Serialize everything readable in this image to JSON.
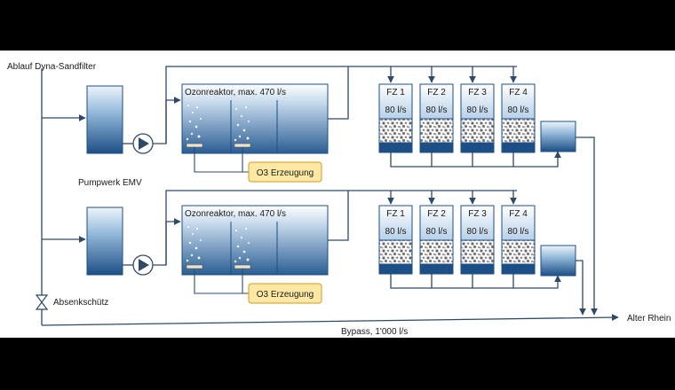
{
  "labels": {
    "inlet": "Ablauf Dyna-Sandfilter",
    "pumpwork": "Pumpwerk EMV",
    "valve": "Absenkschütz",
    "bypass": "Bypass, 1'000 l/s",
    "outlet": "Alter Rhein"
  },
  "trains": [
    {
      "reactor": "Ozonreaktor, max. 470 l/s",
      "ozone": "O3 Erzeugung",
      "filters": [
        {
          "name": "FZ 1",
          "flow": "80 l/s"
        },
        {
          "name": "FZ 2",
          "flow": "80 l/s"
        },
        {
          "name": "FZ 3",
          "flow": "80 l/s"
        },
        {
          "name": "FZ 4",
          "flow": "80 l/s"
        }
      ]
    },
    {
      "reactor": "Ozonreaktor, max. 470 l/s",
      "ozone": "O3 Erzeugung",
      "filters": [
        {
          "name": "FZ 1",
          "flow": "80 l/s"
        },
        {
          "name": "FZ 2",
          "flow": "80 l/s"
        },
        {
          "name": "FZ 3",
          "flow": "80 l/s"
        },
        {
          "name": "FZ 4",
          "flow": "80 l/s"
        }
      ]
    }
  ],
  "colors": {
    "water_dark": "#1d4f86",
    "water_light": "#e8f0f7",
    "ozone_box": "#fde9a3",
    "ozone_border": "#d49a1c",
    "line": "#2f4a67"
  }
}
